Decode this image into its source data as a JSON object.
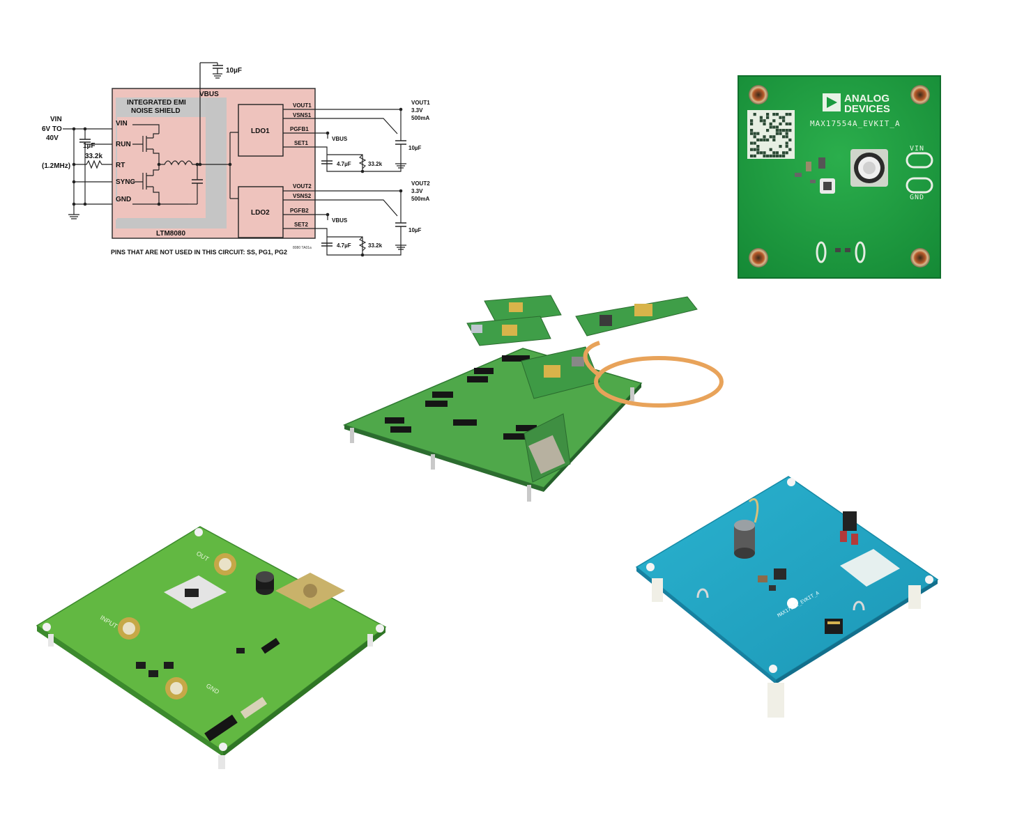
{
  "schematic": {
    "shield_label_1": "INTEGRATED EMI",
    "shield_label_2": "NOISE SHIELD",
    "vbus": "VBUS",
    "cap_top": "10µF",
    "vin": "VIN",
    "vin_range_1": "6V TO",
    "vin_range_2": "40V",
    "cap_in": "1µF",
    "res_rt": "33.2k",
    "freq": "(1.2MHz)",
    "pins_left": [
      "VIN",
      "RUN",
      "RT",
      "SYNC",
      "GND"
    ],
    "ldo1": "LDO1",
    "ldo2": "LDO2",
    "pins_ldo1": [
      "VOUT1",
      "VSNS1",
      "PGFB1",
      "SET1"
    ],
    "pins_ldo2": [
      "VOUT2",
      "VSNS2",
      "PGFB2",
      "SET2"
    ],
    "vout1_label": "VOUT1",
    "vout2_label": "VOUT2",
    "vout_voltage": "3.3V",
    "vout_current": "500mA",
    "cap_out": "10µF",
    "cap_set": "4.7µF",
    "res_set": "33.2k",
    "bus_label": "VBUS",
    "part": "LTM8080",
    "drawing_code": "8080 TA01a",
    "note": "PINS THAT ARE NOT USED IN THIS CIRCUIT: SS, PG1, PG2"
  },
  "board_green": {
    "brand_1": "ANALOG",
    "brand_2": "DEVICES",
    "kit_name": "MAX17554A_EVKIT_A",
    "vin": "VIN",
    "gnd": "GND",
    "color": "#1f9a3e"
  },
  "board_blue": {
    "kit_name": "MAX17572_EVKIT_A",
    "color": "#22a9c8"
  },
  "board_large": {
    "input": "INPUT",
    "out": "OUT",
    "gnd": "GND",
    "color": "#62b842"
  },
  "board_system": {
    "cable_color": "#e8a35a"
  }
}
